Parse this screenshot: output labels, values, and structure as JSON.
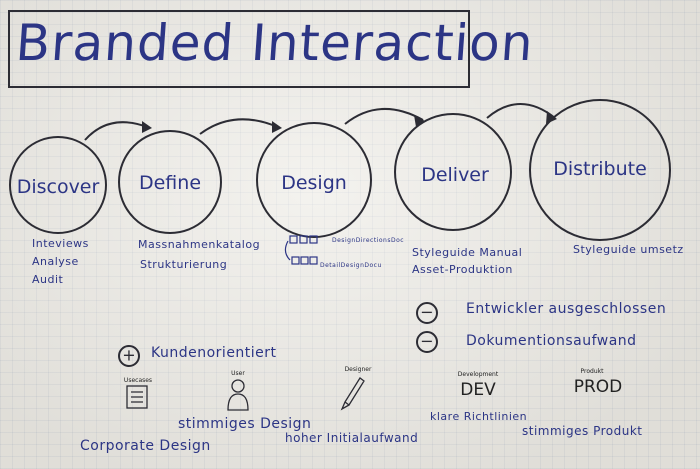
{
  "title": "Branded Interaction",
  "stages": [
    {
      "label": "Discover"
    },
    {
      "label": "Define"
    },
    {
      "label": "Design"
    },
    {
      "label": "Deliver"
    },
    {
      "label": "Distribute"
    }
  ],
  "notes": {
    "discover": [
      "Inteviews",
      "Analyse",
      "Audit"
    ],
    "define": [
      "Massnahmenkatalog",
      "Strukturierung"
    ],
    "design_1": "DesignDirectionsDoc",
    "design_2": "DetailDesignDocu",
    "deliver": [
      "Styleguide Manual",
      "Asset-Produktion"
    ],
    "distribute": "Styleguide umsetz"
  },
  "pros": {
    "sign": "+",
    "items": [
      "Kundenorientiert"
    ]
  },
  "cons": {
    "sign": "−",
    "items": [
      "Entwickler ausgeschlossen",
      "Dokumentionsaufwand"
    ]
  },
  "roles": [
    {
      "caption": "Usecases"
    },
    {
      "caption": "User"
    },
    {
      "caption": "Designer"
    },
    {
      "caption": "Development",
      "big": "DEV"
    },
    {
      "caption": "Produkt",
      "big": "PROD"
    }
  ],
  "bottom_text": {
    "corporate": "Corporate Design",
    "stimmiges_design": "stimmiges Design",
    "hoher": "hoher Initialaufwand",
    "klare": "klare Richtlinien",
    "stimmiges_produkt": "stimmiges Produkt"
  },
  "colors": {
    "ink_blue": "#2c3585",
    "ink_black": "#2c2c34",
    "paper": "#eeece6"
  }
}
